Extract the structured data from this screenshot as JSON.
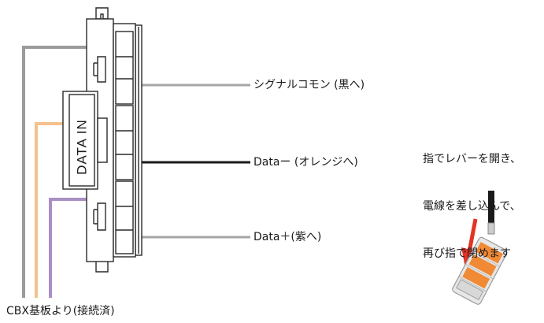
{
  "connector": {
    "label": "DATA IN"
  },
  "labels": {
    "signal_common": "シグナルコモン (黒へ)",
    "data_minus": "Dataー (オレンジへ)",
    "data_plus": "Data＋(紫へ)",
    "source": "CBX基板より(接続済)"
  },
  "instruction": {
    "lines": [
      "指でレバーを開き、",
      "電線を差し込んで、",
      "再び指で閉めます"
    ]
  },
  "colors": {
    "gray_wire": "#9b9b9b",
    "orange_wire": "#f5c18d",
    "purple_wire": "#a98fc4",
    "black_wire": "#1a1a1a",
    "arrow_red": "#e53323",
    "lever_orange": "#f08a35"
  },
  "icons": {
    "arrow": "down-left-arrow-icon",
    "connector_icon": "lever-connector-icon"
  }
}
